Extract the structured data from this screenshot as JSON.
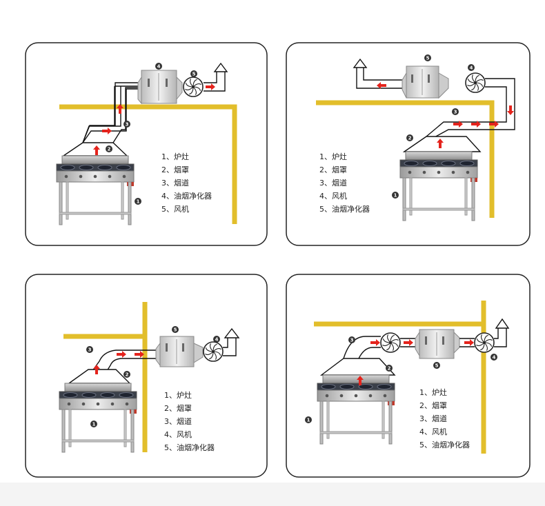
{
  "colors": {
    "wall": "#e2be2b",
    "arrow": "#e4231c",
    "badge": "#333333",
    "panel_border": "#222222",
    "duct": "#111111"
  },
  "legend_a": [
    "1、炉灶",
    "2、烟罩",
    "3、烟道",
    "4、油烟净化器",
    "5、风机"
  ],
  "legend_b": [
    "1、炉灶",
    "2、烟罩",
    "3、烟道",
    "4、风机",
    "5、油烟净化器"
  ],
  "badges": [
    "1",
    "2",
    "3",
    "4",
    "5"
  ],
  "icons": [
    "stove-icon",
    "hood-icon",
    "duct-icon",
    "purifier-icon",
    "fan-icon",
    "chimney-icon",
    "flow-arrow-icon"
  ]
}
